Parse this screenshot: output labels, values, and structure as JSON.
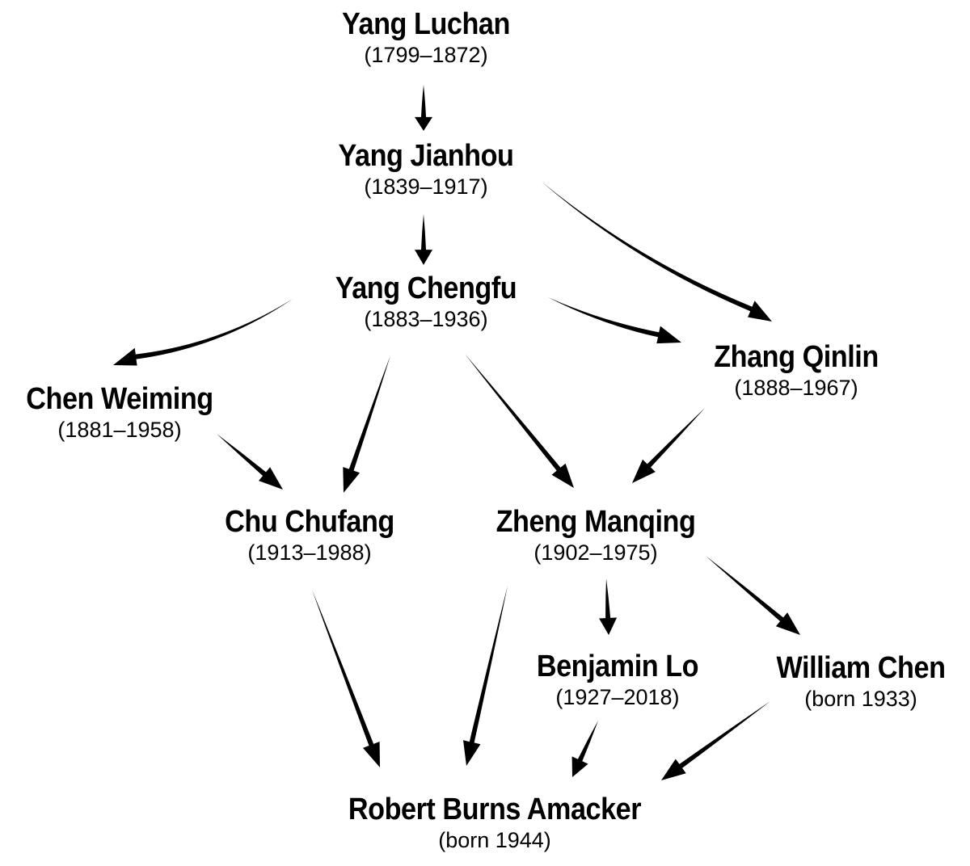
{
  "diagram": {
    "nodes": [
      {
        "id": "yang-luchan",
        "name": "Yang Luchan",
        "dates": "(1799–1872)"
      },
      {
        "id": "yang-jianhou",
        "name": "Yang Jianhou",
        "dates": "(1839–1917)"
      },
      {
        "id": "yang-chengfu",
        "name": "Yang Chengfu",
        "dates": "(1883–1936)"
      },
      {
        "id": "zhang-qinlin",
        "name": "Zhang Qinlin",
        "dates": "(1888–1967)"
      },
      {
        "id": "chen-weiming",
        "name": "Chen Weiming",
        "dates": "(1881–1958)"
      },
      {
        "id": "chu-chufang",
        "name": "Chu Chufang",
        "dates": "(1913–1988)"
      },
      {
        "id": "zheng-manqing",
        "name": "Zheng Manqing",
        "dates": "(1902–1975)"
      },
      {
        "id": "benjamin-lo",
        "name": "Benjamin Lo",
        "dates": "(1927–2018)"
      },
      {
        "id": "william-chen",
        "name": "William Chen",
        "dates": "(born 1933)"
      },
      {
        "id": "robert-burns-amacker",
        "name": "Robert Burns Amacker",
        "dates": "(born 1944)"
      }
    ],
    "edges": [
      {
        "from": "yang-luchan",
        "to": "yang-jianhou"
      },
      {
        "from": "yang-jianhou",
        "to": "yang-chengfu"
      },
      {
        "from": "yang-jianhou",
        "to": "zhang-qinlin"
      },
      {
        "from": "yang-chengfu",
        "to": "chen-weiming"
      },
      {
        "from": "yang-chengfu",
        "to": "zhang-qinlin"
      },
      {
        "from": "yang-chengfu",
        "to": "chu-chufang"
      },
      {
        "from": "yang-chengfu",
        "to": "zheng-manqing"
      },
      {
        "from": "chen-weiming",
        "to": "chu-chufang"
      },
      {
        "from": "zhang-qinlin",
        "to": "zheng-manqing"
      },
      {
        "from": "zheng-manqing",
        "to": "benjamin-lo"
      },
      {
        "from": "zheng-manqing",
        "to": "william-chen"
      },
      {
        "from": "chu-chufang",
        "to": "robert-burns-amacker"
      },
      {
        "from": "zheng-manqing",
        "to": "robert-burns-amacker"
      },
      {
        "from": "benjamin-lo",
        "to": "robert-burns-amacker"
      },
      {
        "from": "william-chen",
        "to": "robert-burns-amacker"
      }
    ],
    "arrow_color": "#000000",
    "text_color": "#000000",
    "background_color": "#ffffff"
  }
}
